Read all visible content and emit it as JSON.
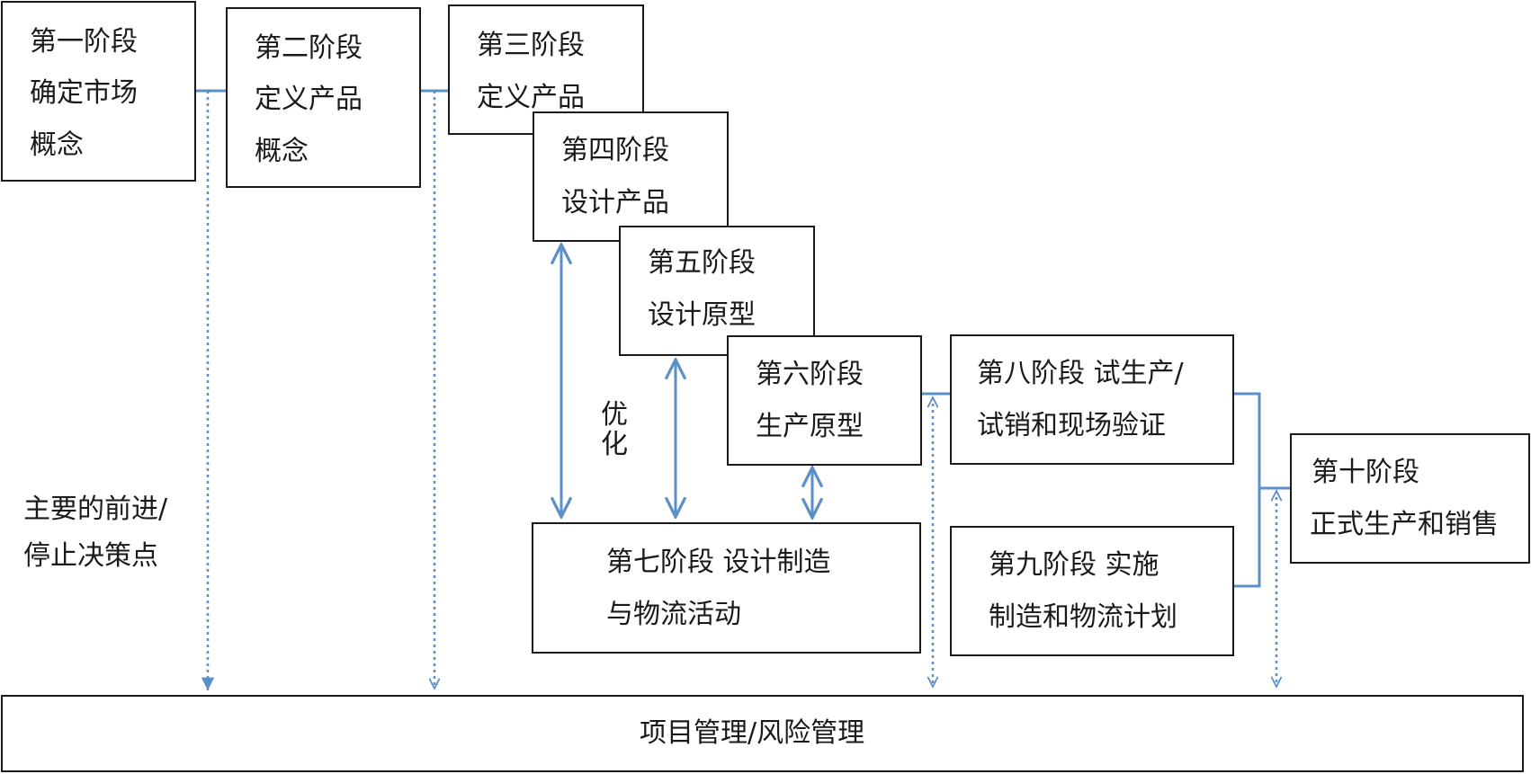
{
  "stages": {
    "s1": {
      "lines": [
        "第一阶段",
        "确定市场",
        "概念"
      ]
    },
    "s2": {
      "lines": [
        "第二阶段",
        "定义产品",
        "概念"
      ]
    },
    "s3": {
      "lines": [
        "第三阶段",
        "定义产品"
      ]
    },
    "s4": {
      "lines": [
        "第四阶段",
        "设计产品"
      ]
    },
    "s5": {
      "lines": [
        "第五阶段",
        "设计原型"
      ]
    },
    "s6": {
      "lines": [
        "第六阶段",
        "生产原型"
      ]
    },
    "s7": {
      "lines": [
        "第七阶段  设计制造",
        "与物流活动"
      ]
    },
    "s8": {
      "lines": [
        "第八阶段  试生产/",
        "试销和现场验证"
      ]
    },
    "s9": {
      "lines": [
        "第九阶段  实施",
        "制造和物流计划"
      ]
    },
    "s10": {
      "lines": [
        "第十阶段",
        "正式生产和销售"
      ]
    }
  },
  "bottom_bar": {
    "label": "项目管理/风险管理"
  },
  "labels": {
    "optimize": [
      "优",
      "化"
    ],
    "decision_points": [
      "主要的前进/",
      "停止决策点"
    ]
  },
  "colors": {
    "connector": "#5b8fc9",
    "border": "#1a1a1a"
  }
}
